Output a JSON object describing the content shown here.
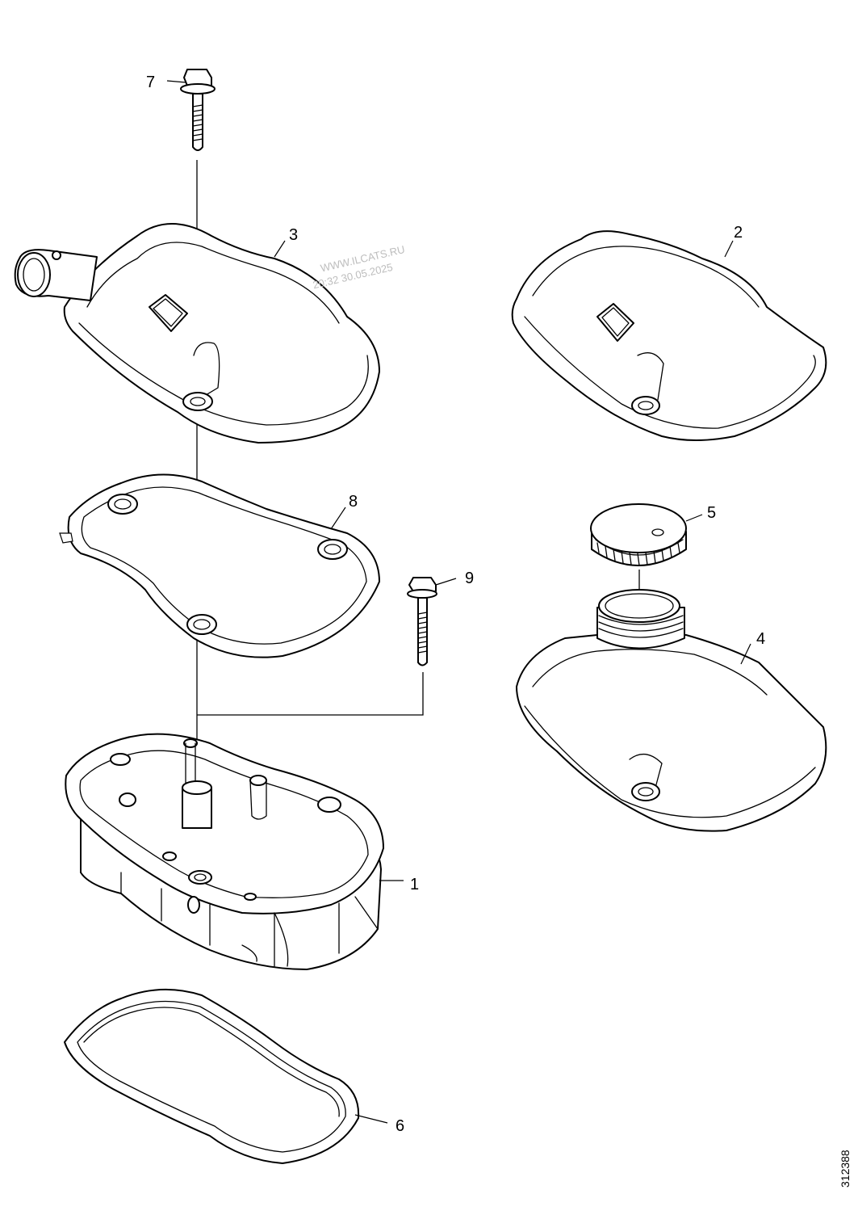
{
  "callouts": {
    "c1": "1",
    "c2": "2",
    "c3": "3",
    "c4": "4",
    "c5": "5",
    "c6": "6",
    "c7": "7",
    "c8": "8",
    "c9": "9"
  },
  "watermark": {
    "line1": "WWW.ILCATS.RU",
    "line2": "20:32 30.05.2025"
  },
  "figure_ref": "312388"
}
